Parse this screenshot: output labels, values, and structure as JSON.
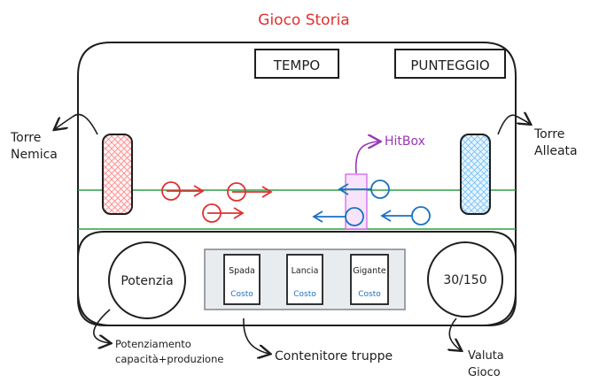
{
  "title": "Gioco Storia",
  "hud": {
    "time_label": "TEMPO",
    "score_label": "PUNTEGGIO"
  },
  "towers": {
    "enemy_label_line1": "Torre",
    "enemy_label_line2": "Nemica",
    "ally_label_line1": "Torre",
    "ally_label_line2": "Alleata"
  },
  "hitbox_label": "HitBox",
  "bottom": {
    "power_label": "Potenzia",
    "currency_value": "30/150",
    "troops": [
      {
        "name": "Spada",
        "cost": "Costo"
      },
      {
        "name": "Lancia",
        "cost": "Costo"
      },
      {
        "name": "Gigante",
        "cost": "Costo"
      }
    ]
  },
  "annotations": {
    "power_line1": "Potenziamento",
    "power_line2": "capacità+produzione",
    "troops_container": "Contenitore truppe",
    "currency_line1": "Valuta",
    "currency_line2": "Gioco"
  },
  "colors": {
    "enemy": "#e03131",
    "ally": "#1971c2",
    "hitbox": "#9c36b5",
    "lane": "#2f9e44",
    "ink": "#1e1e1e"
  }
}
